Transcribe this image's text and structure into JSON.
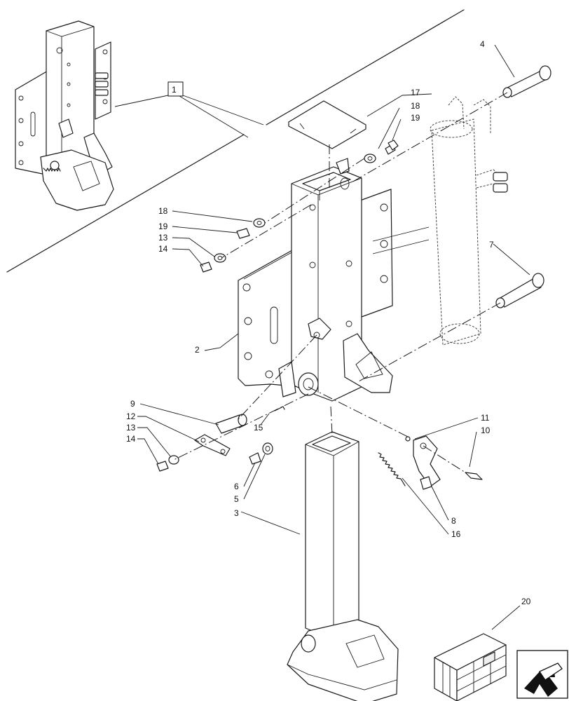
{
  "diagram": {
    "callouts": {
      "c1": "1",
      "c2": "2",
      "c3": "3",
      "c4": "4",
      "c5": "5",
      "c6": "6",
      "c7": "7",
      "c8": "8",
      "c9": "9",
      "c10": "10",
      "c11": "11",
      "c12": "12",
      "c13a": "13",
      "c13b": "13",
      "c14a": "14",
      "c14b": "14",
      "c15": "15",
      "c16": "16",
      "c17": "17",
      "c18a": "18",
      "c18b": "18",
      "c19a": "19",
      "c19b": "19",
      "c20": "20"
    },
    "nav_icon": "return-arrow-icon"
  }
}
